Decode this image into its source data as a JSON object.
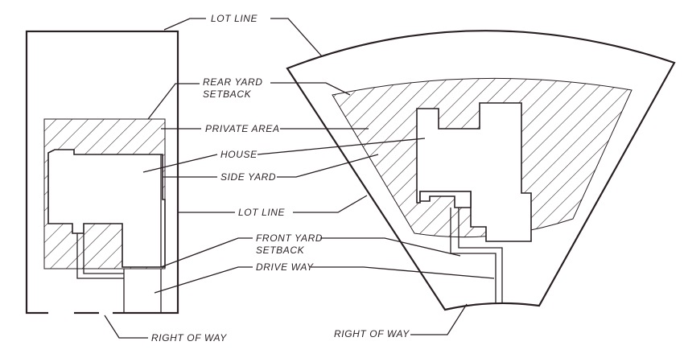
{
  "labels": {
    "lot_line_top": "LOT LINE",
    "rear_yard_setback_1": "REAR YARD",
    "rear_yard_setback_2": "SETBACK",
    "private_area": "PRIVATE AREA",
    "house": "HOUSE",
    "side_yard": "SIDE YARD",
    "lot_line_mid": "LOT LINE",
    "front_yard_setback_1": "FRONT YARD",
    "front_yard_setback_2": "SETBACK",
    "drive_way": "DRIVE WAY",
    "right_of_way_left": "RIGHT OF WAY",
    "right_of_way_right": "RIGHT OF WAY"
  },
  "colors": {
    "ink": "#2a1f24",
    "paper": "#ffffff"
  }
}
